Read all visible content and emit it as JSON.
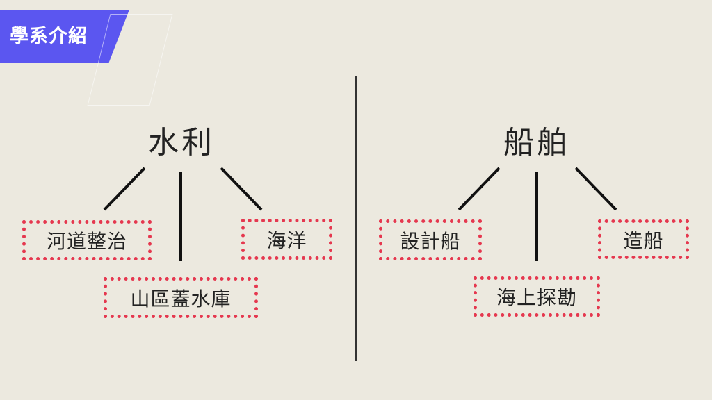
{
  "banner": {
    "title": "學系介紹",
    "color": "#5b56f0"
  },
  "colors": {
    "background": "#ece9df",
    "box_border": "#e5384f",
    "text": "#222222"
  },
  "left_group": {
    "title": "水利",
    "children": [
      "河道整治",
      "山區蓋水庫",
      "海洋"
    ]
  },
  "right_group": {
    "title": "船舶",
    "children": [
      "設計船",
      "海上探勘",
      "造船"
    ]
  }
}
